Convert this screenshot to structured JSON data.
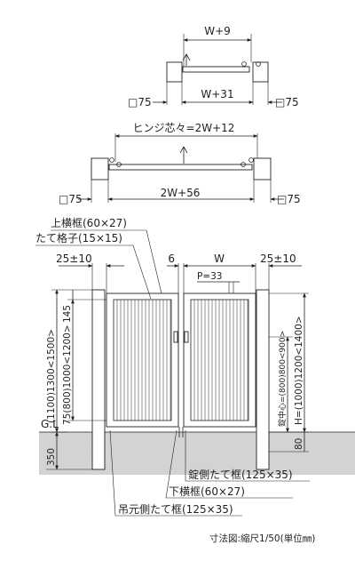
{
  "plan_top": {
    "open_width": "W+9",
    "post_left": "□75",
    "inner_width": "W+31",
    "post_right": "□75"
  },
  "plan_double": {
    "hinge_center": "ヒンジ芯々=2W+12",
    "post_left": "□75",
    "inner_width": "2W+56",
    "post_right": "□75"
  },
  "elevation": {
    "top_rail": "上横框(60×27)",
    "picket": "たて格子(15×15)",
    "clear_left": "25±10",
    "gap": "6",
    "width": "W",
    "clear_right": "25±10",
    "pitch": "P=33",
    "left_total_height": "(1100)1300<1500>",
    "left_top_offset": "145",
    "left_panel_height": "75(800)1000<1200>",
    "lock_height": "錠中心=(800)800<900>",
    "right_height": "H=(1000)1200<1400>",
    "ground_label": "G.L",
    "foundation_depth": "350",
    "clearance_bottom": "80",
    "lock_stile": "錠側たて框(125×35)",
    "bottom_rail": "下横框(60×27)",
    "hinge_stile": "吊元側たて框(125×35)"
  },
  "caption": "寸法図:縮尺1/50(単位㎜)"
}
